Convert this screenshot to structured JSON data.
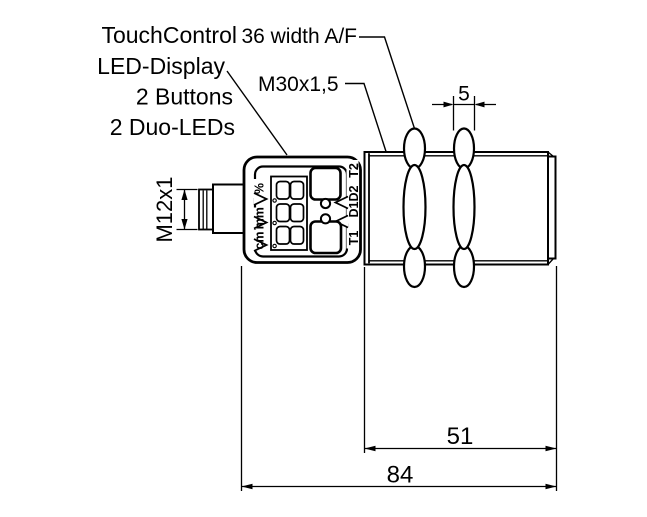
{
  "callouts": {
    "features": [
      "TouchControl",
      "LED-Display",
      "2 Buttons",
      "2 Duo-LEDs"
    ],
    "wrench_width": "36 width A/F",
    "barrel_thread": "M30x1,5",
    "connector_thread": "M12x1"
  },
  "dimensions": {
    "nut_width": "5",
    "thread_length": "51",
    "overall_length": "84"
  },
  "device": {
    "unit_labels": [
      "%",
      "mm",
      "cm"
    ],
    "io_labels": [
      "T2",
      "D1D2",
      "T1"
    ],
    "display_digits": 3
  },
  "colors": {
    "line": "#000000",
    "background": "#ffffff"
  }
}
